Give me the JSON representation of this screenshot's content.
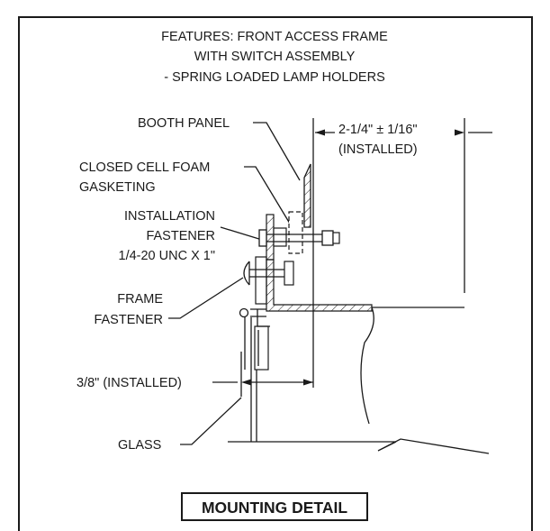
{
  "features": {
    "line1": "FEATURES: FRONT ACCESS FRAME",
    "line2": "WITH SWITCH ASSEMBLY",
    "line3": "- SPRING LOADED LAMP HOLDERS"
  },
  "labels": {
    "booth_panel": "BOOTH PANEL",
    "gasket_line1": "CLOSED CELL FOAM",
    "gasket_line2": "GASKETING",
    "install_fastener_line1": "INSTALLATION",
    "install_fastener_line2": "FASTENER",
    "install_fastener_line3": "1/4-20 UNC X 1\"",
    "frame_fastener_line1": "FRAME",
    "frame_fastener_line2": "FASTENER",
    "glass": "GLASS"
  },
  "dimensions": {
    "depth_value": "2-1/4\" ± 1/16\"",
    "depth_note": "(INSTALLED)",
    "offset": "3/8\" (INSTALLED)"
  },
  "title": "MOUNTING DETAIL"
}
